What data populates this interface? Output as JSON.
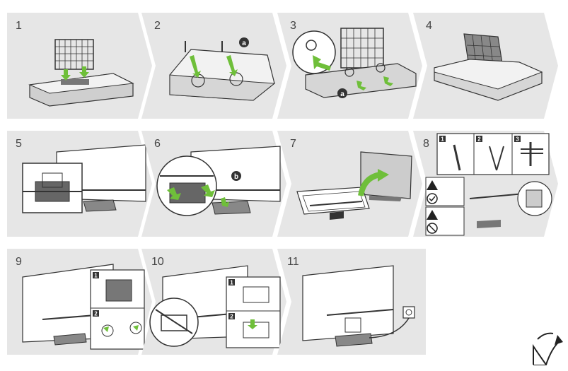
{
  "steps": [
    {
      "number": "1"
    },
    {
      "number": "2",
      "callouts": [
        "a"
      ]
    },
    {
      "number": "3",
      "callouts": [
        "a"
      ]
    },
    {
      "number": "4"
    },
    {
      "number": "5"
    },
    {
      "number": "6",
      "callouts": [
        "b"
      ]
    },
    {
      "number": "7"
    },
    {
      "number": "8",
      "substeps": [
        "1",
        "2",
        "3"
      ]
    },
    {
      "number": "9",
      "substeps": [
        "1",
        "2"
      ]
    },
    {
      "number": "10",
      "substeps": [
        "1",
        "2"
      ]
    },
    {
      "number": "11"
    }
  ],
  "colors": {
    "panel_bg": "#e6e6e6",
    "arrow_green": "#6fbf3a",
    "line_dark": "#333333",
    "warning": "#222222"
  },
  "icons": {
    "page_turn": "page-turn-arrow-icon",
    "warning": "warning-triangle-icon",
    "ok": "check-circle-icon",
    "prohibited": "no-circle-icon"
  }
}
